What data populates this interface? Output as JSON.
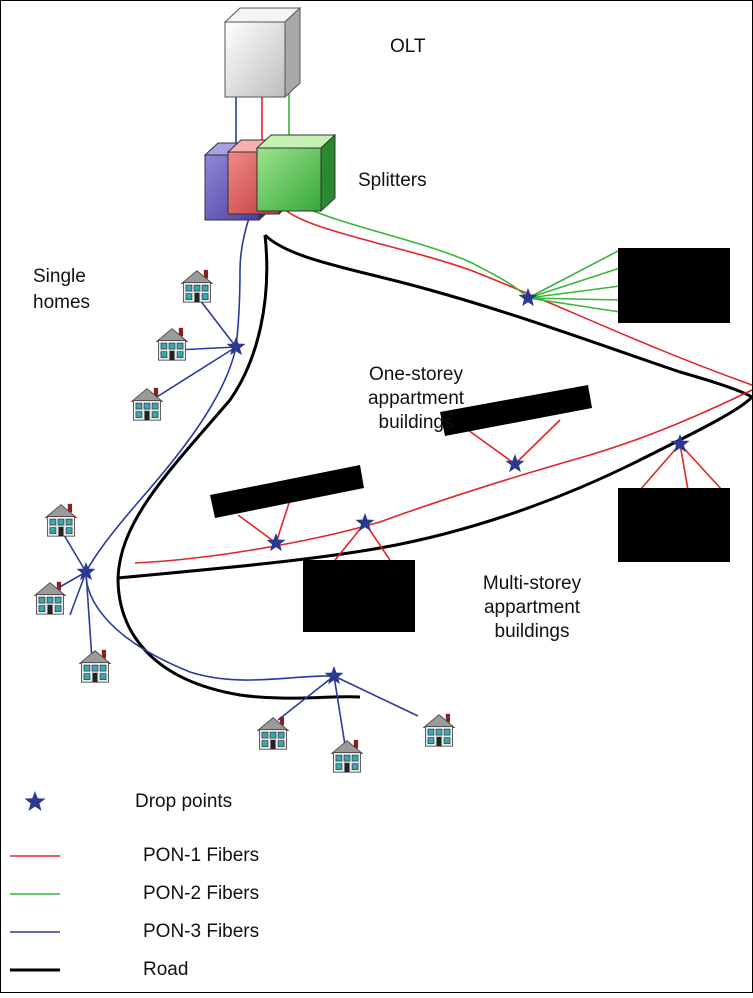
{
  "labels": {
    "olt": "OLT",
    "splitters": "Splitters",
    "single_homes_1": "Single",
    "single_homes_2": "homes",
    "one_storey_1": "One-storey",
    "one_storey_2": "appartment",
    "one_storey_3": "buildings",
    "multi_storey_1": "Multi-storey",
    "multi_storey_2": "appartment",
    "multi_storey_3": "buildings"
  },
  "legend": {
    "drop_points": "Drop points",
    "pon1": "PON-1 Fibers",
    "pon2": "PON-2 Fibers",
    "pon3": "PON-3 Fibers",
    "road": "Road"
  },
  "colors": {
    "pon1": "#e0262b",
    "pon2": "#3cb43c",
    "pon3": "#2b3a9e",
    "road": "#000000",
    "drop_point": "#2b3a8f",
    "building": "#000000"
  },
  "icons": {
    "drop_point": "star-icon",
    "home": "house-icon",
    "olt": "olt-cabinet-icon",
    "splitter": "splitter-box-icon"
  }
}
